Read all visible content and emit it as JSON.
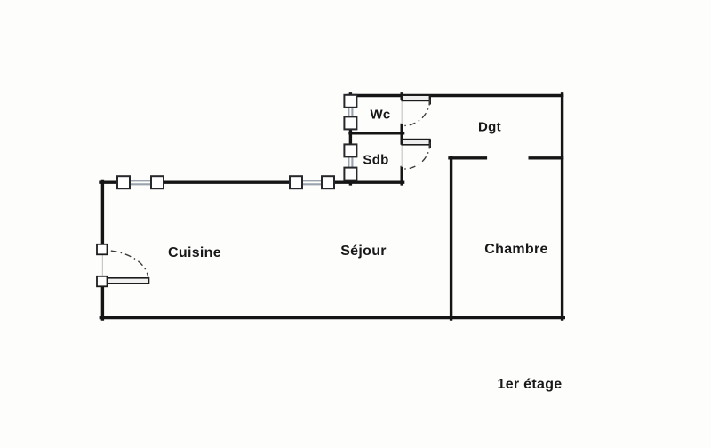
{
  "floor_label": "1er étage",
  "rooms": {
    "wc": {
      "label": "Wc"
    },
    "sdb": {
      "label": "Sdb"
    },
    "dgt": {
      "label": "Dgt"
    },
    "cuisine": {
      "label": "Cuisine"
    },
    "sejour": {
      "label": "Séjour"
    },
    "chambre": {
      "label": "Chambre"
    }
  },
  "features": {
    "windows_count": 4,
    "door_arcs_count": 3,
    "open_doorways_count": 2
  },
  "colors": {
    "wall": "#151515",
    "background": "#fdfdfc",
    "window_glazing": "#9aa3ad",
    "door_leaf_fill": "#ededed",
    "door_opening_line": "#c9c9c9",
    "text": "#181818"
  }
}
